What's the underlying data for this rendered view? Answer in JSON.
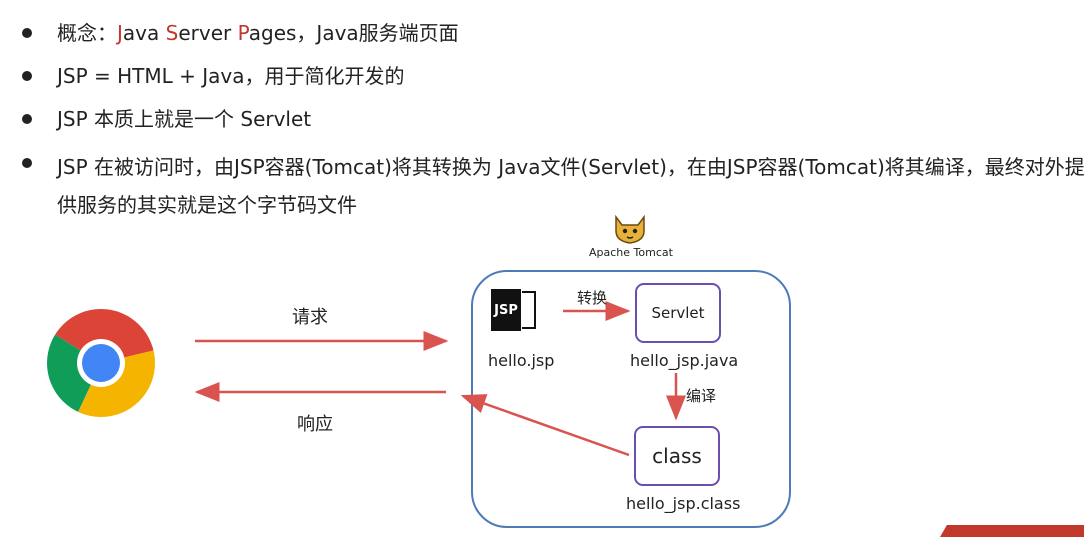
{
  "bullets": {
    "b1": {
      "prefix": "概念：",
      "j": "J",
      "ava": "ava ",
      "s": "S",
      "erver": "erver ",
      "p": "P",
      "ages": "ages，Java服务端页面"
    },
    "b2": "JSP = HTML + Java，用于简化开发的",
    "b3": "JSP 本质上就是一个 Servlet",
    "b4": "JSP 在被访问时，由JSP容器(Tomcat)将其转换为 Java文件(Servlet)，在由JSP容器(Tomcat)将其编译，最终对外提供服务的其实就是这个字节码文件"
  },
  "diagram": {
    "tomcat_label": "Apache Tomcat",
    "request_label": "请求",
    "response_label": "响应",
    "convert_label": "转换",
    "compile_label": "编译",
    "jsp_icon_text": "JSP",
    "jsp_file": "hello.jsp",
    "servlet_box": "Servlet",
    "servlet_file": "hello_jsp.java",
    "class_box": "class",
    "class_file": "hello_jsp.class"
  },
  "colors": {
    "arrow": "#d9534f",
    "box_border": "#6a4fb0",
    "container_border": "#4f7ab8",
    "highlight": "#c0392b"
  },
  "icons": [
    "bullet-dot-icon",
    "chrome-icon",
    "tomcat-icon",
    "jsp-file-icon"
  ]
}
